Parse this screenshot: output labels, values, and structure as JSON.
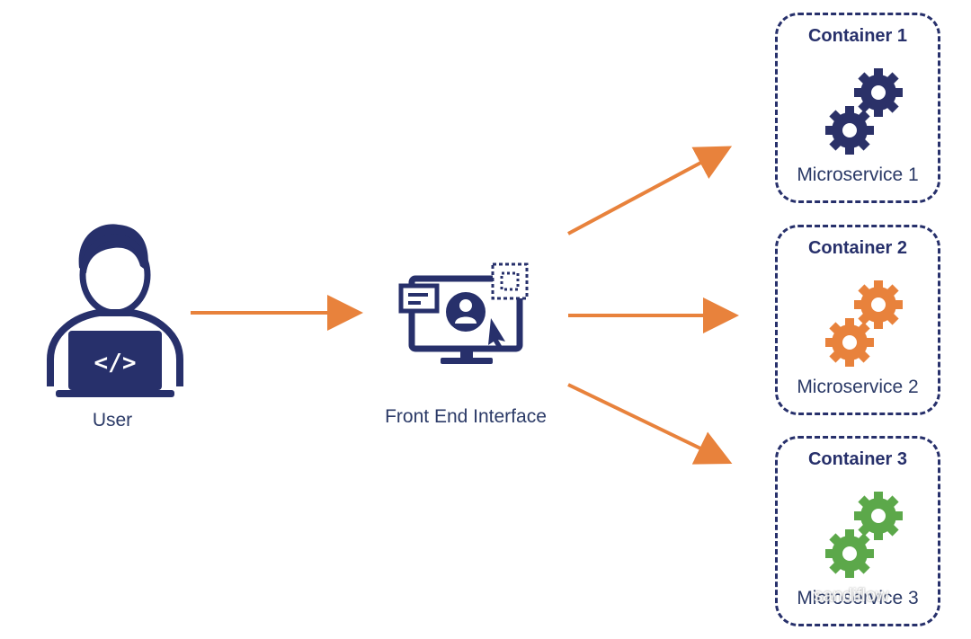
{
  "user": {
    "label": "User",
    "icon": "developer-laptop-icon"
  },
  "frontend": {
    "label": "Front End Interface",
    "icon": "monitor-user-icon"
  },
  "containers": [
    {
      "title": "Container 1",
      "service": "Microservice 1",
      "color": "#2b3168"
    },
    {
      "title": "Container 2",
      "service": "Microservice 2",
      "color": "#e8823c"
    },
    {
      "title": "Container 3",
      "service": "Microservice 3",
      "color": "#5ca84a"
    }
  ],
  "arrow_color": "#e8823c",
  "watermark": "sandiflow"
}
